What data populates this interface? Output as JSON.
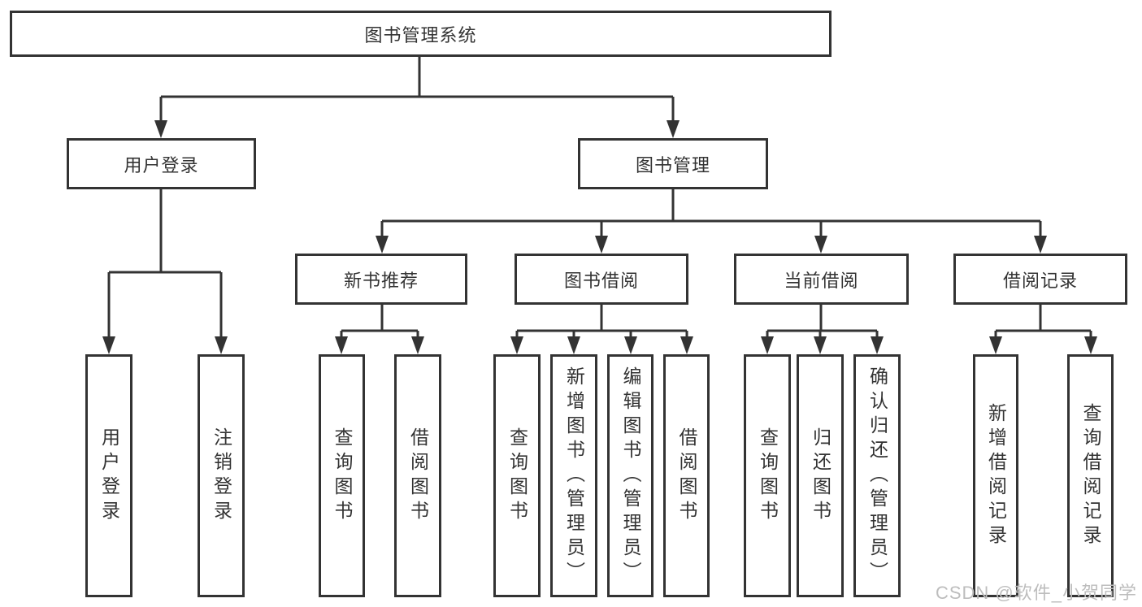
{
  "diagram_title": "图书管理系统",
  "watermark": "CSDN @软件_小贺同学",
  "colors": {
    "line": "#333333",
    "box_background": "#ffffff",
    "text": "#333333",
    "watermark": "#bdbdbd"
  },
  "tree": {
    "label": "图书管理系统",
    "children": [
      {
        "label": "用户登录",
        "children": [
          {
            "label": "用户登录"
          },
          {
            "label": "注销登录"
          }
        ]
      },
      {
        "label": "图书管理",
        "children": [
          {
            "label": "新书推荐",
            "children": [
              {
                "label": "查询图书"
              },
              {
                "label": "借阅图书"
              }
            ]
          },
          {
            "label": "图书借阅",
            "children": [
              {
                "label": "查询图书"
              },
              {
                "label": "新增图书（管理员）"
              },
              {
                "label": "编辑图书（管理员）"
              },
              {
                "label": "借阅图书"
              }
            ]
          },
          {
            "label": "当前借阅",
            "children": [
              {
                "label": "查询图书"
              },
              {
                "label": "归还图书"
              },
              {
                "label": "确认归还（管理员）"
              }
            ]
          },
          {
            "label": "借阅记录",
            "children": [
              {
                "label": "新增借阅记录"
              },
              {
                "label": "查询借阅记录"
              }
            ]
          }
        ]
      }
    ]
  }
}
